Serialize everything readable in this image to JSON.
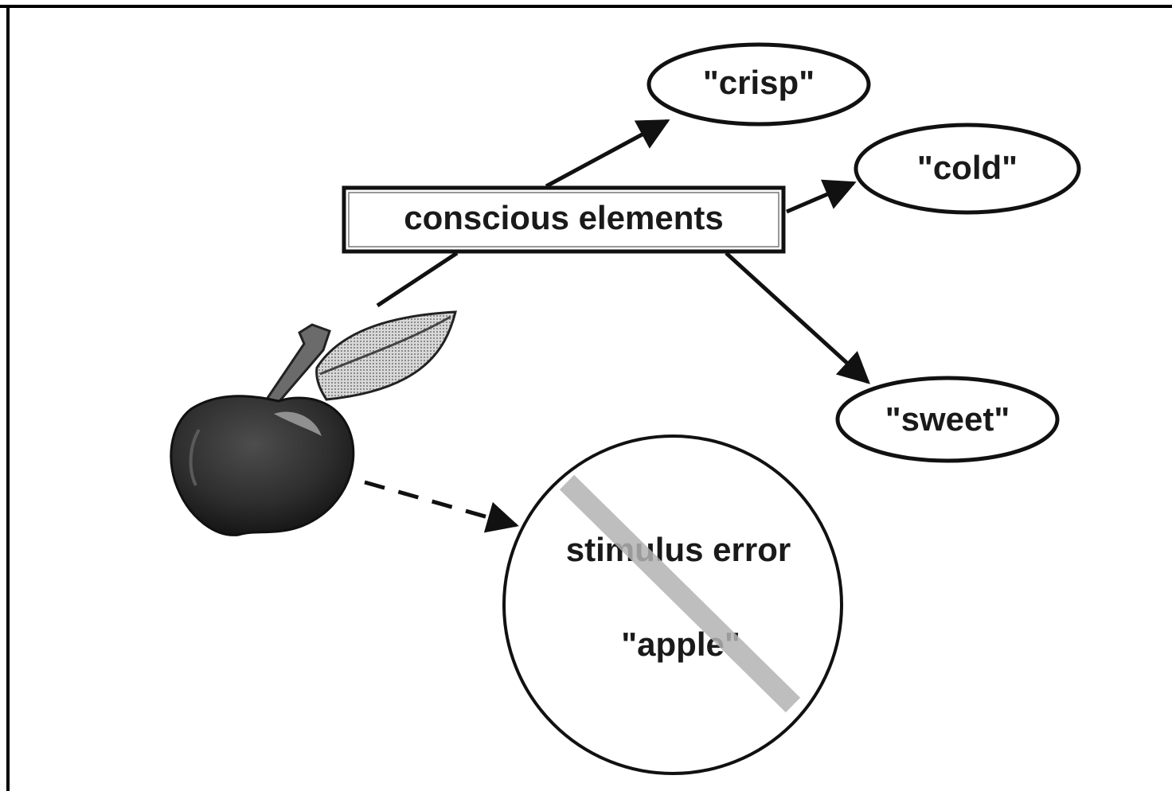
{
  "diagram": {
    "center_label": "conscious elements",
    "attributes": [
      "\"crisp\"",
      "\"cold\"",
      "\"sweet\""
    ],
    "error_label": "stimulus error",
    "object_label": "\"apple\"",
    "stimulus_picture": "apple-icon",
    "error_relation": "dashed-arrow",
    "strike_color": "#b3b3b3"
  }
}
